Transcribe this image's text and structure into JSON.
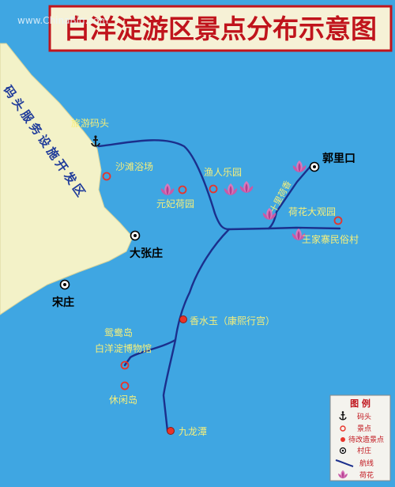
{
  "title": "白洋淀游区景点分布示意图",
  "watermark": "www.ChinaBig.com",
  "colors": {
    "water": "#3fa6e2",
    "land": "#f3f2c8",
    "title_bg": "#f6f1d6",
    "title_text": "#c0141c",
    "title_border": "#c0141c",
    "route": "#1b2f8c",
    "scenic_text": "#f6ef7a",
    "village_text": "#000000",
    "spot": "#e8342a",
    "lotus": "#c85aa6"
  },
  "land_label": "码头服务设施开发区",
  "places": {
    "pier": "旅游码头",
    "beach": "沙滩浴场",
    "fishermen": "渔人乐园",
    "yuanfei": "元妃荷园",
    "lotus_world": "荷花大观园",
    "wangjia": "王家寨民俗村",
    "lane": "十里荷香",
    "xiangshuiyu": "香水玉（康熙行宫）",
    "yuanyang": "鸳鸯岛",
    "museum": "白洋淀博物馆",
    "xianxian": "休闲岛",
    "jiulong": "九龙潭",
    "guolikou": "郭里口",
    "dazhang": "大张庄",
    "songzhuang": "宋庄"
  },
  "legend": {
    "title": "图  例",
    "items": [
      {
        "icon": "anchor-icon",
        "label": "码头"
      },
      {
        "icon": "scenic-spot-icon",
        "label": "景点"
      },
      {
        "icon": "planned-spot-icon",
        "label": "待改造景点"
      },
      {
        "icon": "village-icon",
        "label": "村庄"
      },
      {
        "icon": "route-line-icon",
        "label": "航线"
      },
      {
        "icon": "lotus-icon",
        "label": "荷花"
      }
    ]
  }
}
